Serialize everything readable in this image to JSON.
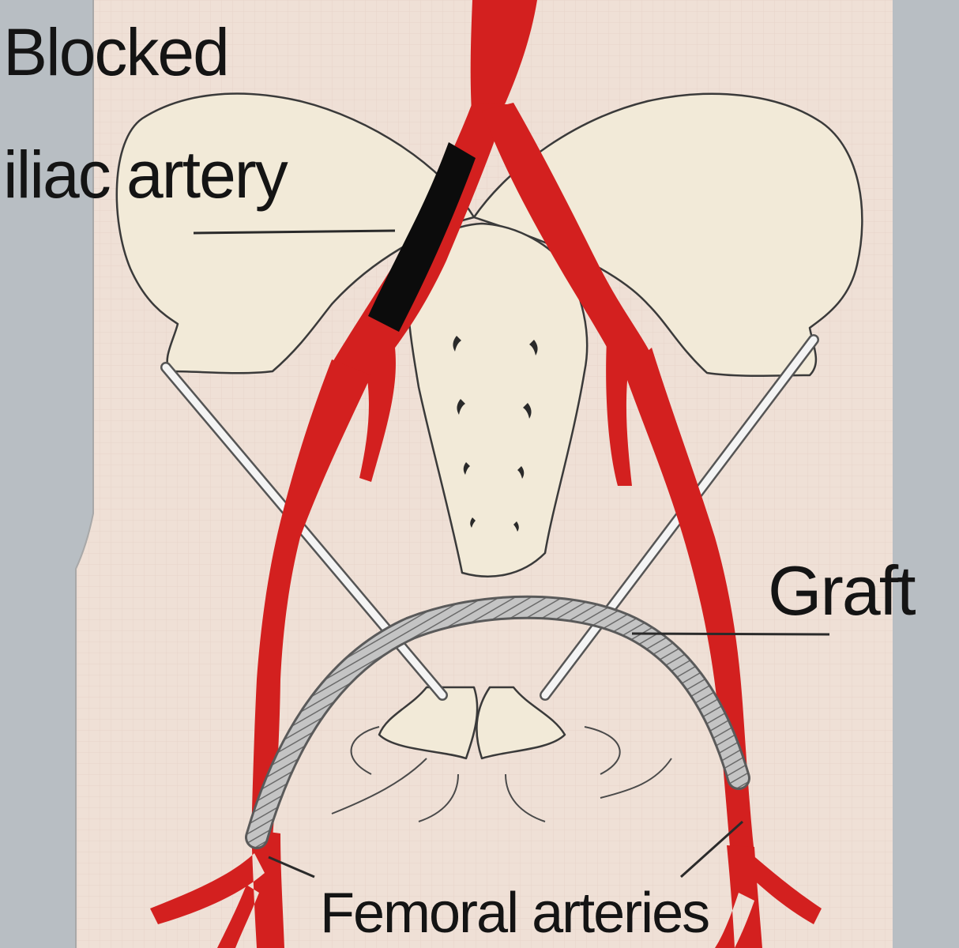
{
  "labels": {
    "blocked_line1": "Blocked",
    "blocked_line2": "iliac artery",
    "graft": "Graft",
    "femoral": "Femoral arteries"
  },
  "colors": {
    "artery": "#d3201f",
    "blockage": "#0c0c0c",
    "graft": "#b7b7b7",
    "bone_outline": "#3a3a3a",
    "body": "#efe0d6",
    "side_band": "#b8bec3",
    "bone_fill": "#f2ead8"
  }
}
